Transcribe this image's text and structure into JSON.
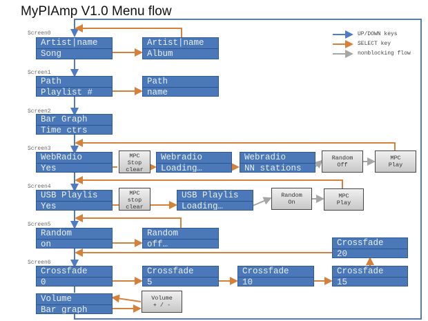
{
  "title": "MyPIAmp V1.0 Menu flow",
  "legend": [
    {
      "label": "UP/DOWN keys",
      "color": "#4f7cc0"
    },
    {
      "label": "SELECT key",
      "color": "#d6813a"
    },
    {
      "label": "nonblocking flow",
      "color": "#a6a6a6"
    }
  ],
  "screens": [
    {
      "label": "Screen0",
      "nodes": [
        {
          "line1": "Artist|name",
          "line2": "Song"
        },
        {
          "line1": "Artist|name",
          "line2": "Album"
        }
      ]
    },
    {
      "label": "Screen1",
      "nodes": [
        {
          "line1": "Path",
          "line2": "Playlist #"
        },
        {
          "line1": "Path",
          "line2": "name"
        }
      ]
    },
    {
      "label": "Screen2",
      "nodes": [
        {
          "line1": "Bar Graph",
          "line2": "Time ctrs"
        }
      ]
    },
    {
      "label": "Screen3",
      "nodes": [
        {
          "line1": "WebRadio",
          "line2": "Yes"
        },
        {
          "line1": "Webradio",
          "line2": "Loading…"
        },
        {
          "line1": "Webradio",
          "line2": "NN stations"
        }
      ],
      "actions": [
        {
          "lines": [
            "MPC",
            "Stop",
            "clear"
          ]
        },
        {
          "lines": [
            "Random",
            "Off"
          ]
        },
        {
          "lines": [
            "MPC",
            "Play"
          ]
        }
      ]
    },
    {
      "label": "Screen4",
      "nodes": [
        {
          "line1": "USB Playlis",
          "line2": "Yes"
        },
        {
          "line1": "USB Playlis",
          "line2": "Loading…"
        }
      ],
      "actions": [
        {
          "lines": [
            "MPC",
            "stop",
            "clear"
          ]
        },
        {
          "lines": [
            "Random",
            "On"
          ]
        },
        {
          "lines": [
            "MPC",
            "Play"
          ]
        }
      ]
    },
    {
      "label": "Screen5",
      "nodes": [
        {
          "line1": "Random",
          "line2": "on"
        },
        {
          "line1": "Random",
          "line2": "off…"
        }
      ]
    },
    {
      "label": "Screen6",
      "nodes": [
        {
          "line1": "Crossfade",
          "line2": "0"
        },
        {
          "line1": "Crossfade",
          "line2": "5"
        },
        {
          "line1": "Crossfade",
          "line2": "10"
        },
        {
          "line1": "Crossfade",
          "line2": "15"
        },
        {
          "line1": "Crossfade",
          "line2": "20"
        }
      ]
    },
    {
      "label": "",
      "nodes": [
        {
          "line1": "Volume",
          "line2": "Bar graph"
        }
      ],
      "actions": [
        {
          "lines": [
            "Volume",
            "+ / -"
          ]
        }
      ]
    }
  ]
}
